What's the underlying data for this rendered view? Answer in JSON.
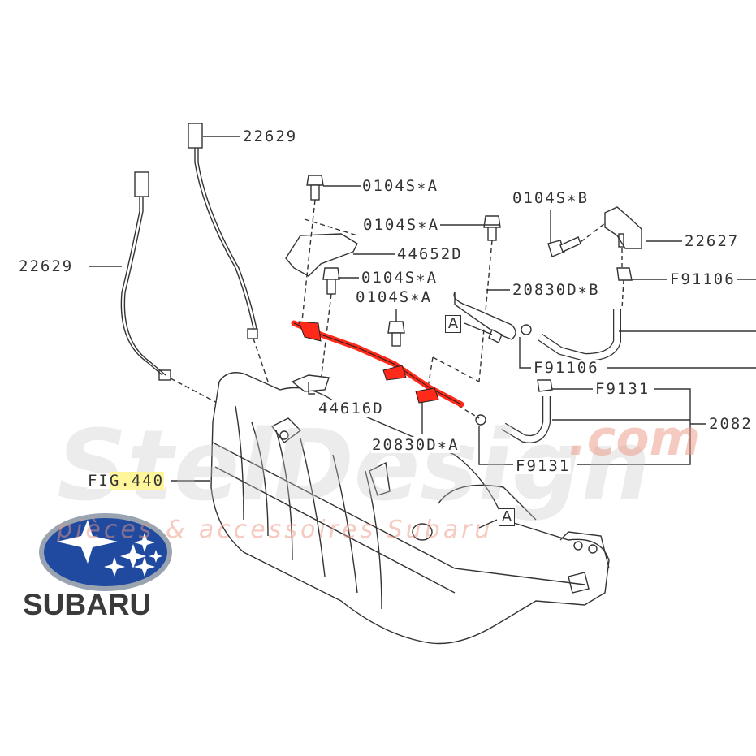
{
  "watermark": {
    "brand": "StelDesign",
    "domain": ".com",
    "tagline": "pièces & accessoires Subaru"
  },
  "logo": {
    "text": "SUBARU",
    "oval_color": "#1f4aa0"
  },
  "highlight_color": "#ff2a1a",
  "labels": {
    "sensor_top": "22629",
    "sensor_left": "22629",
    "bolt_1": "0104S∗A",
    "bolt_2": "0104S∗A",
    "bolt_b": "0104S∗B",
    "sensor_right": "22627",
    "cover": "44652D",
    "bolt_3": "0104S∗A",
    "bolt_4": "0104S∗A",
    "pipe_b": "20830D∗B",
    "clip_1": "F91106",
    "clip_2": "F91106",
    "clip_3": "F9131",
    "bracket": "44616D",
    "hose_assy": "2082",
    "pipe_a": "20830D∗A",
    "clip_4": "F9131",
    "fig_prefix": "FI",
    "fig_highlight": "G.440",
    "ref_a1": "A",
    "ref_a2": "A"
  }
}
